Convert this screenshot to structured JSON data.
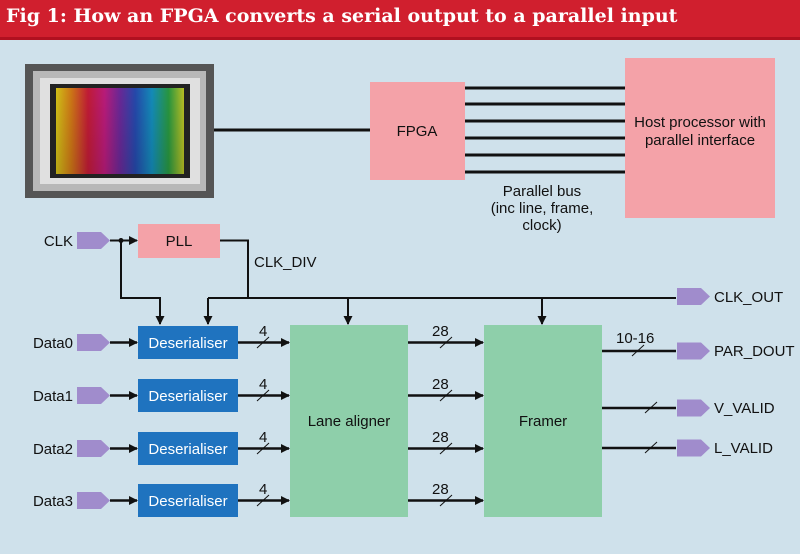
{
  "figure": {
    "title": "Fig 1: How an FPGA converts a serial output to a parallel input"
  },
  "colors": {
    "title_bar": "#d01f2e",
    "background": "#cfe1eb",
    "pink_block": "#f4a2a8",
    "green_block": "#8ecfaa",
    "blue_block": "#1f73bf",
    "port_arrow": "#a08ccc"
  },
  "blocks": {
    "fpga": "FPGA",
    "host": [
      "Host processor with",
      "parallel interface"
    ],
    "pll": "PLL",
    "deserialisers": [
      "Deserialiser",
      "Deserialiser",
      "Deserialiser",
      "Deserialiser"
    ],
    "lane_aligner": "Lane aligner",
    "framer": "Framer"
  },
  "labels": {
    "parallel_bus": [
      "Parallel bus",
      "(inc line, frame,",
      "clock)"
    ],
    "clk_div": "CLK_DIV",
    "bus_width_4": [
      "4",
      "4",
      "4",
      "4"
    ],
    "bus_width_28": [
      "28",
      "28",
      "28",
      "28"
    ],
    "par_width": "10-16"
  },
  "ports": {
    "inputs": [
      "CLK",
      "Data0",
      "Data1",
      "Data2",
      "Data3"
    ],
    "outputs": [
      "CLK_OUT",
      "PAR_DOUT",
      "V_VALID",
      "L_VALID"
    ]
  }
}
